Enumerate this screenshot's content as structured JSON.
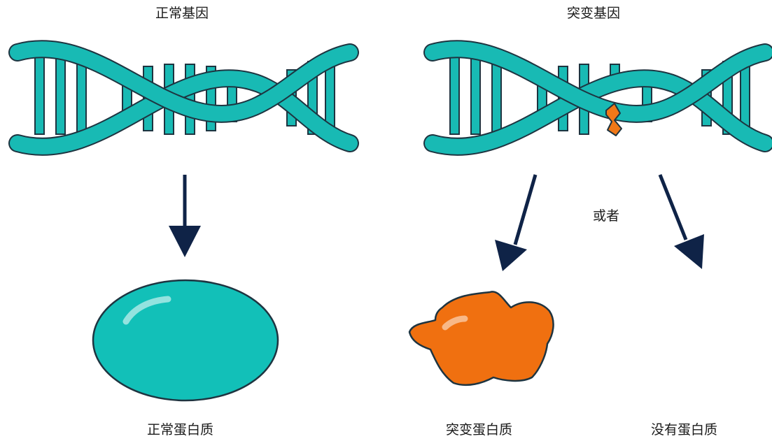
{
  "labels": {
    "normal_gene": "正常基因",
    "mutant_gene": "突变基因",
    "or": "或者",
    "normal_protein": "正常蛋白质",
    "mutant_protein": "突变蛋白质",
    "no_protein": "没有蛋白质"
  },
  "colors": {
    "dna": "#18bab4",
    "dna_outline": "#1e3440",
    "normal_protein": "#12c0b8",
    "mutant_protein": "#f07010",
    "mutation": "#f07818",
    "arrow": "#0f2347",
    "highlight": "#ffffff"
  },
  "icons": {
    "normal_dna": "dna-double-helix-icon",
    "mutant_dna": "dna-double-helix-mutated-icon",
    "normal_protein": "oval-protein-icon",
    "mutant_protein": "misfolded-blob-protein-icon"
  }
}
